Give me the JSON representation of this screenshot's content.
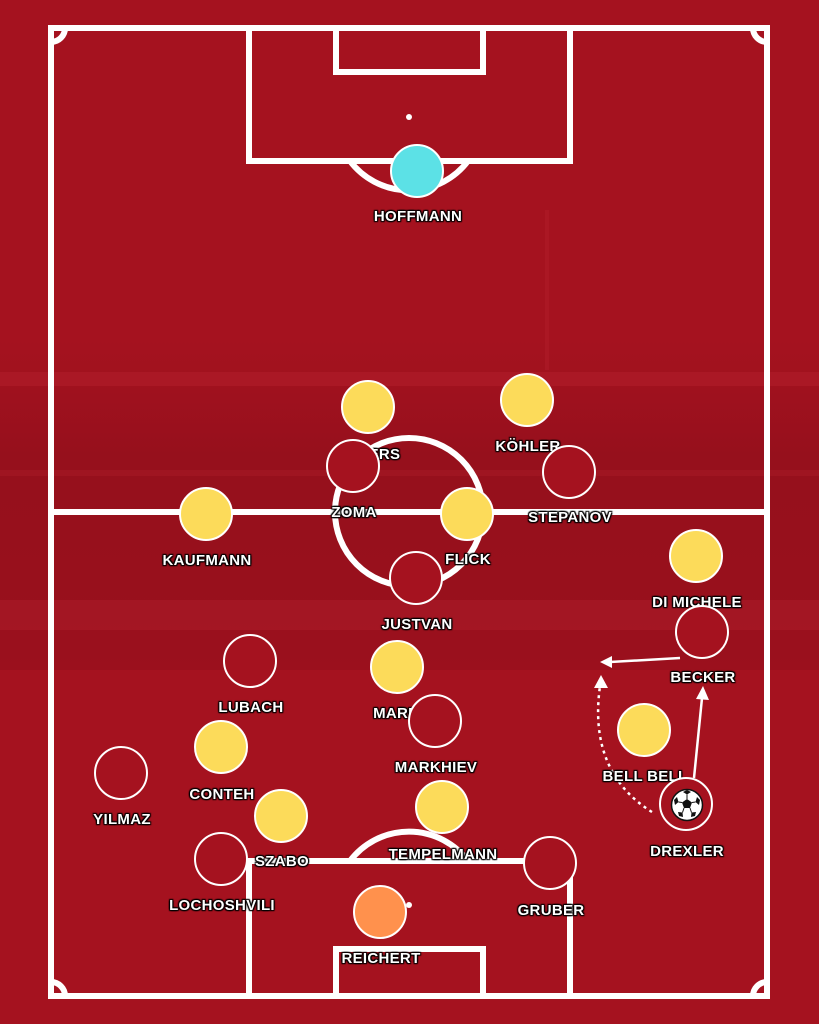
{
  "colors": {
    "background": "#a5121f",
    "pitch_lines": "#ffffff",
    "team_a": "#fcdb5a",
    "team_b": "#a5121f",
    "team_a_goalkeeper": "#5ce1e6",
    "team_b_goalkeeper": "#ff914d"
  },
  "ball_icon": "soccer-ball-icon",
  "players": [
    {
      "id": "hoffmann",
      "name": "HOFFMANN",
      "team": "gk-a"
    },
    {
      "id": "ehlers",
      "name": "EHLERS",
      "team": "team-a"
    },
    {
      "id": "kohler",
      "name": "KÖHLER",
      "team": "team-a"
    },
    {
      "id": "kaufmann",
      "name": "KAUFMANN",
      "team": "team-a"
    },
    {
      "id": "flick",
      "name": "FLICK",
      "team": "team-a"
    },
    {
      "id": "di-michele",
      "name": "DI MICHELE",
      "team": "team-a"
    },
    {
      "id": "marie",
      "name": "MARIE",
      "team": "team-a"
    },
    {
      "id": "bell-bell",
      "name": "BELL BELL",
      "team": "team-a"
    },
    {
      "id": "conteh",
      "name": "CONTEH",
      "team": "team-a"
    },
    {
      "id": "szabo",
      "name": "SZABO",
      "team": "team-a"
    },
    {
      "id": "tempelmann",
      "name": "TEMPELMANN",
      "team": "team-a"
    },
    {
      "id": "zoma",
      "name": "ZOMA",
      "team": "team-b"
    },
    {
      "id": "stepanov",
      "name": "STEPANOV",
      "team": "team-b"
    },
    {
      "id": "justvan",
      "name": "JUSTVAN",
      "team": "team-b"
    },
    {
      "id": "becker",
      "name": "BECKER",
      "team": "team-b"
    },
    {
      "id": "lubach",
      "name": "LUBACH",
      "team": "team-b"
    },
    {
      "id": "markhiev",
      "name": "MARKHIEV",
      "team": "team-b"
    },
    {
      "id": "yilmaz",
      "name": "YILMAZ",
      "team": "team-b"
    },
    {
      "id": "lochoshvili",
      "name": "LOCHOSHVILI",
      "team": "team-b"
    },
    {
      "id": "drexler",
      "name": "DREXLER",
      "team": "team-b"
    },
    {
      "id": "gruber",
      "name": "GRUBER",
      "team": "team-b"
    },
    {
      "id": "reichert",
      "name": "REICHERT",
      "team": "gk-b"
    }
  ]
}
